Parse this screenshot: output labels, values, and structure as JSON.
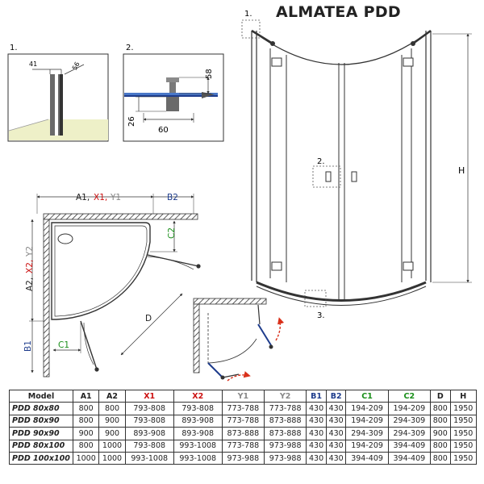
{
  "title": "ALMATEA PDD",
  "colors": {
    "red": "#cc1111",
    "blue": "#1e3c8c",
    "green": "#1a8f1a",
    "gray": "#888888",
    "line": "#333333"
  },
  "detail1": {
    "num": "1.",
    "dim_a": "41",
    "dim_b": "56"
  },
  "detail2": {
    "num": "2.",
    "dim_h_top": "58",
    "dim_h_bottom": "26",
    "dim_w": "60"
  },
  "elevation": {
    "callout1": "1.",
    "callout2": "2.",
    "callout3": "3.",
    "height_label": "H"
  },
  "plan": {
    "top_a": "A1,",
    "top_x": "X1,",
    "top_y": "Y1",
    "top_b": "B2",
    "left_a": "A2,",
    "left_x": "X2,",
    "left_y": "Y2",
    "left_b": "B1",
    "c1": "C1",
    "c2": "C2",
    "d": "D"
  },
  "table": {
    "headers": [
      {
        "label": "Model",
        "color": "#222"
      },
      {
        "label": "A1",
        "color": "#222"
      },
      {
        "label": "A2",
        "color": "#222"
      },
      {
        "label": "X1",
        "color": "#cc1111"
      },
      {
        "label": "X2",
        "color": "#cc1111"
      },
      {
        "label": "Y1",
        "color": "#888888"
      },
      {
        "label": "Y2",
        "color": "#888888"
      },
      {
        "label": "B1",
        "color": "#1e3c8c"
      },
      {
        "label": "B2",
        "color": "#1e3c8c"
      },
      {
        "label": "C1",
        "color": "#1a8f1a"
      },
      {
        "label": "C2",
        "color": "#1a8f1a"
      },
      {
        "label": "D",
        "color": "#222"
      },
      {
        "label": "H",
        "color": "#222"
      }
    ],
    "rows": [
      [
        "PDD 80x80",
        "800",
        "800",
        "793-808",
        "793-808",
        "773-788",
        "773-788",
        "430",
        "430",
        "194-209",
        "194-209",
        "800",
        "1950"
      ],
      [
        "PDD 80x90",
        "800",
        "900",
        "793-808",
        "893-908",
        "773-788",
        "873-888",
        "430",
        "430",
        "194-209",
        "294-309",
        "800",
        "1950"
      ],
      [
        "PDD 90x90",
        "900",
        "900",
        "893-908",
        "893-908",
        "873-888",
        "873-888",
        "430",
        "430",
        "294-309",
        "294-309",
        "900",
        "1950"
      ],
      [
        "PDD 80x100",
        "800",
        "1000",
        "793-808",
        "993-1008",
        "773-788",
        "973-988",
        "430",
        "430",
        "194-209",
        "394-409",
        "800",
        "1950"
      ],
      [
        "PDD 100x100",
        "1000",
        "1000",
        "993-1008",
        "993-1008",
        "973-988",
        "973-988",
        "430",
        "430",
        "394-409",
        "394-409",
        "800",
        "1950"
      ]
    ]
  }
}
